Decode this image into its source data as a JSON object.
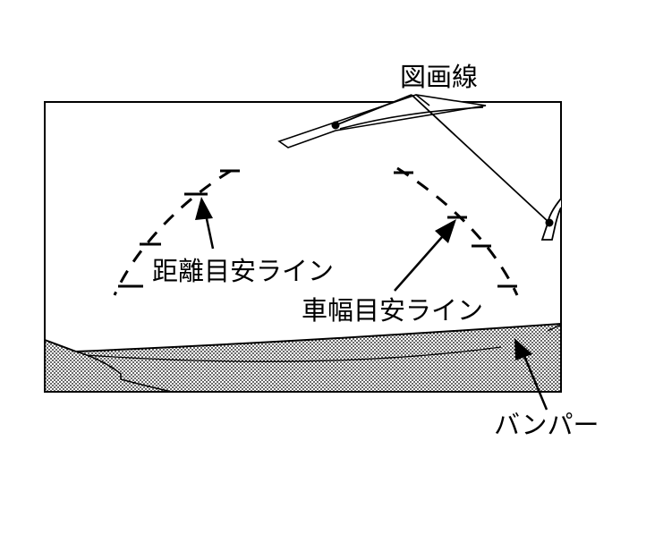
{
  "labels": {
    "drawing_line": "図画線",
    "distance_guide": "距離目安ライン",
    "width_guide": "車幅目安ライン",
    "bumper": "バンパー"
  },
  "colors": {
    "ink": "#000000",
    "paper": "#ffffff"
  }
}
